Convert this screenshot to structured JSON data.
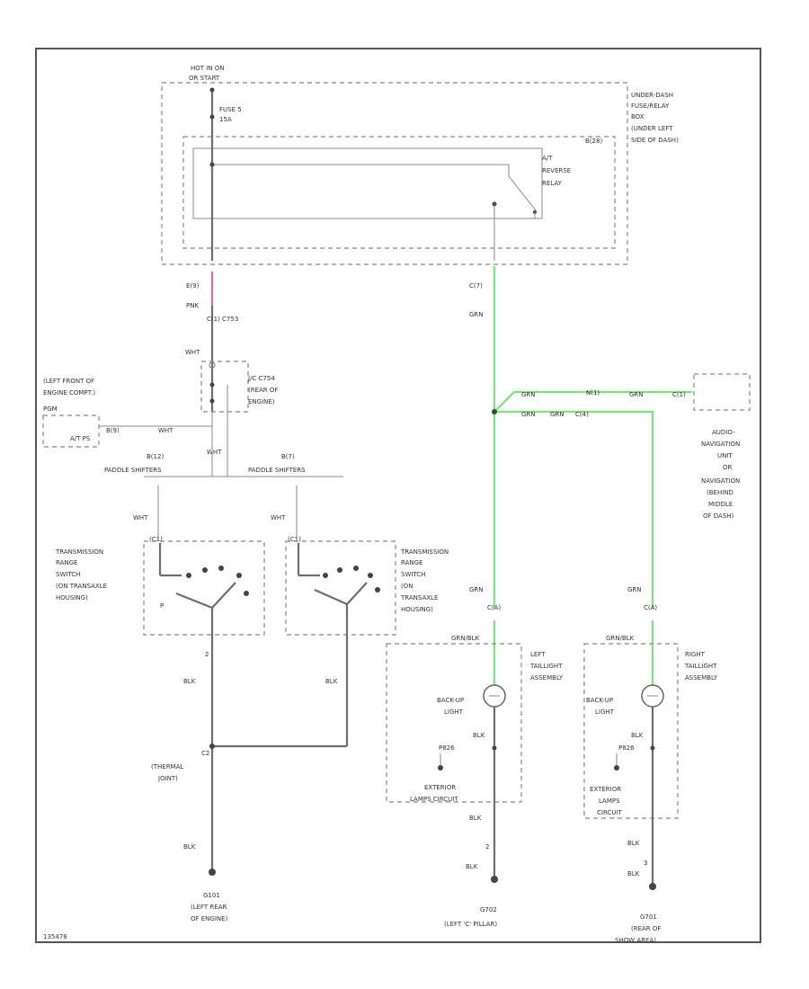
{
  "colors": {
    "green_wire": "#7ee27e",
    "red_wire": "#e0709a",
    "frame": "#555555"
  },
  "top": {
    "hot_line1": "HOT IN ON",
    "hot_line2": "OR START",
    "fuse_line1": "FUSE 5",
    "fuse_line2": "15A"
  },
  "fuse_box": {
    "line1": "UNDER-DASH",
    "line2": "FUSE/RELAY",
    "line3": "BOX",
    "line4": "(UNDER LEFT",
    "line5": "SIDE OF DASH)"
  },
  "relay": {
    "connector": "B(28)",
    "line1": "A/T",
    "line2": "REVERSE",
    "line3": "RELAY"
  },
  "left_wire": {
    "pin": "E(9)",
    "color": "PNK",
    "connector": "C(1) C753",
    "after_color": "WHT"
  },
  "junction": {
    "line1": "J/C C754",
    "line2": "(REAR OF",
    "line3": "ENGINE)"
  },
  "left_front": {
    "line1": "(LEFT FRONT OF",
    "line2": "ENGINE COMPT.)",
    "pin": "PGM",
    "ref": "A/T PS",
    "pin2": "B(9)",
    "color": "WHT"
  },
  "paddle": {
    "wht_label": "WHT",
    "left_conn": "B(12)",
    "left_label": "PADDLE SHIFTERS",
    "right_conn": "B(7)",
    "right_label": "PADDLE SHIFTERS",
    "left_wht": "WHT",
    "right_wht": "WHT",
    "left_pin": "(C1)",
    "right_pin": "(C1)"
  },
  "trans_left": {
    "line1": "TRANSMISSION",
    "line2": "RANGE",
    "line3": "SWITCH",
    "line4": "(ON TRANSAXLE",
    "line5": "HOUSING)",
    "mark": "P"
  },
  "trans_right": {
    "line1": "TRANSMISSION",
    "line2": "RANGE",
    "line3": "SWITCH",
    "line4": "(ON",
    "line5": "TRANSAXLE",
    "line6": "HOUSING)"
  },
  "bottom_left": {
    "pin": "2",
    "color_left": "BLK",
    "color_right": "BLK",
    "joint_pin": "C2",
    "joint1": "(THERMAL",
    "joint2": "JOINT)",
    "color_bottom": "BLK",
    "ground1": "G101",
    "ground2": "(LEFT REAR",
    "ground3": "OF ENGINE)"
  },
  "relay_out": {
    "pin": "C(7)",
    "color": "GRN"
  },
  "nav_wires": {
    "grn1": "GRN",
    "pin": "N(1)",
    "grn2": "GRN",
    "grn3": "GRN",
    "c1": "C(1)",
    "grn4": "GRN",
    "c2": "C(4)"
  },
  "nav_unit": {
    "line1": "AUDIO-",
    "line2": "NAVIGATION",
    "line3": "UNIT",
    "line4": "OR",
    "line5": "NAVIGATION",
    "line6": "(BEHIND",
    "line7": "MIDDLE",
    "line8": "OF DASH)"
  },
  "left_tail": {
    "wire_color": "GRN",
    "conn": "C(A)",
    "assy_pin": "GRN/BLK",
    "line1": "LEFT",
    "line2": "TAILLIGHT",
    "line3": "ASSEMBLY",
    "light1": "BACK-UP",
    "light2": "LIGHT",
    "blk": "BLK",
    "circuit_pin": "P826",
    "circuit1": "EXTERIOR",
    "circuit2": "LAMPS CIRCUIT",
    "blk2": "BLK",
    "pin2": "2",
    "blk3": "BLK",
    "ground1": "G702",
    "ground2": "(LEFT 'C' PILLAR)"
  },
  "right_tail": {
    "wire_color": "GRN",
    "conn": "C(A)",
    "assy_pin": "GRN/BLK",
    "line1": "RIGHT",
    "line2": "TAILLIGHT",
    "line3": "ASSEMBLY",
    "light1": "BACK-UP",
    "light2": "LIGHT",
    "blk": "BLK",
    "circuit_pin": "P826",
    "circuit1": "EXTERIOR",
    "circuit2": "LAMPS",
    "circuit3": "CIRCUIT",
    "blk2": "BLK",
    "pin2": "3",
    "blk3": "BLK",
    "ground1": "G701",
    "ground2": "(REAR OF",
    "ground3": "SHOW AREA)"
  },
  "footer": {
    "code": "135478"
  }
}
